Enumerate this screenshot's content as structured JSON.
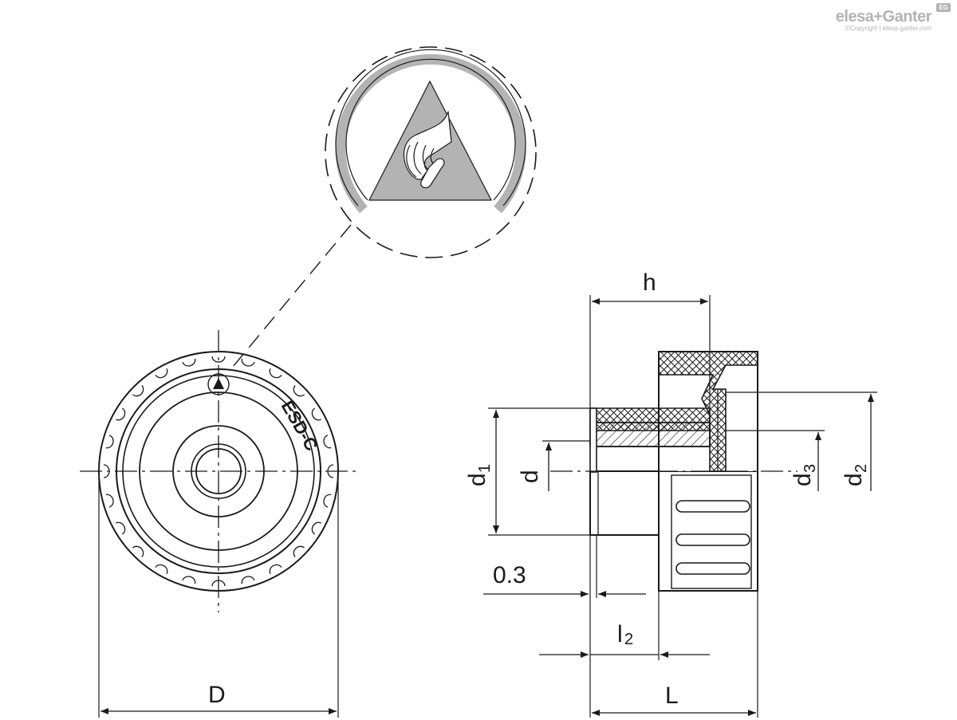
{
  "logo": {
    "brand": "elesa+Ganter",
    "copyright": "©Copyright | elesa-ganter.com",
    "badge": "EG"
  },
  "colors": {
    "line": "#1a1a1a",
    "symbol_grey": "#b3b3b3"
  },
  "front_view": {
    "marking": "ESD-C",
    "dimension_label": "D"
  },
  "side_view": {
    "dimensions": {
      "h": "h",
      "d1": "d",
      "d1_sub": "1",
      "d": "d",
      "d3": "d",
      "d3_sub": "3",
      "d2": "d",
      "d2_sub": "2",
      "offset": "0.3",
      "l2": "l",
      "l2_sub": "2",
      "L": "L"
    }
  },
  "detail": {
    "symbol_name": "esd-warning-icon"
  }
}
